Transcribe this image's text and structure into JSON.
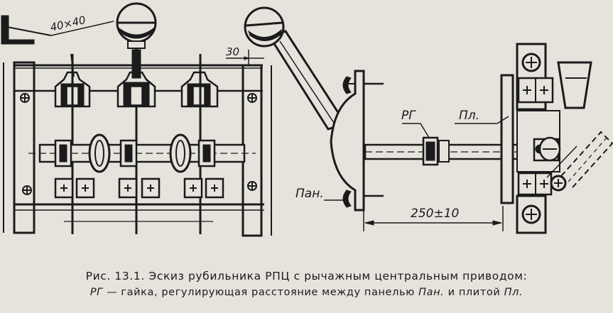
{
  "labels": {
    "angle_size": "40×40",
    "gap_30": "30",
    "rg": "РГ",
    "pl": "Пл.",
    "pan": "Пан.",
    "distance": "250±10"
  },
  "caption": {
    "line1": "Рис. 13.1. Эскиз рубильника РПЦ с рычажным центральным приводом:",
    "rg_term": "РГ",
    "rg_def": "— гайка, регулирующая расстояние между панелью",
    "pan_term": "Пан.",
    "and_word": "и плитой",
    "pl_term": "Пл."
  }
}
